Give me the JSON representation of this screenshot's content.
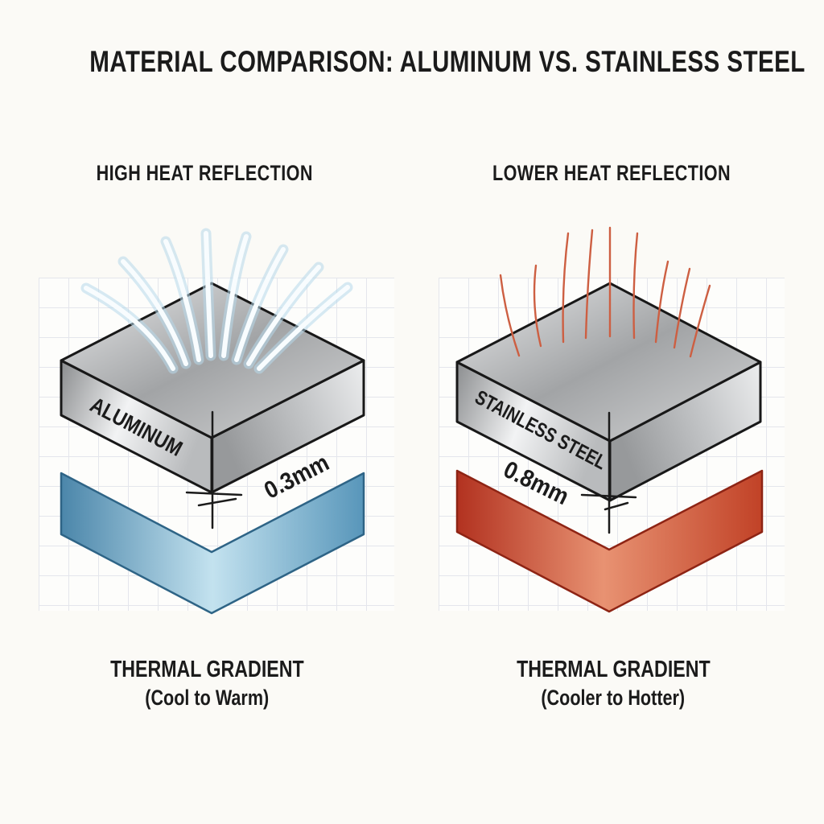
{
  "title": "MATERIAL COMPARISON: ALUMINUM VS. STAINLESS STEEL",
  "left_panel": {
    "heading": "HIGH HEAT REFLECTION",
    "material": "ALUMINUM",
    "thickness": "0.3mm",
    "caption_title": "THERMAL GRADIENT",
    "caption_subtitle": "(Cool to Warm)"
  },
  "right_panel": {
    "heading": "LOWER HEAT REFLECTION",
    "material": "STAINLESS STEEL",
    "thickness": "0.8mm",
    "caption_title": "THERMAL GRADIENT",
    "caption_subtitle": "(Cooler to Hotter)"
  },
  "colors": {
    "background": "#fbfaf6",
    "panel_background": "#fdfdfb",
    "grid_line": "#e4e6ec",
    "text": "#1b1b1b",
    "slab_outline": "#181818",
    "dimension_line": "#1b1b1b",
    "aluminum_ray_core": "#f8fcfe",
    "aluminum_ray_glow": "#b7d9eb",
    "steel_ray": "#cd5f42",
    "blue_chevron": [
      "#4b86aa",
      "#c3e2ef",
      "#5896ba"
    ],
    "blue_chevron_outline": "#2e6486",
    "red_chevron": [
      "#b23220",
      "#e89272",
      "#c14227"
    ],
    "red_chevron_outline": "#8e2414",
    "slab_top": [
      "#e8e9ea",
      "#a2a4a6",
      "#d5d6d7"
    ],
    "slab_left_face": [
      "#8b8d8f",
      "#f2f3f4",
      "#b9bbbd"
    ],
    "slab_right_face": [
      "#97999b",
      "#c4c6c8",
      "#ecedee"
    ]
  }
}
